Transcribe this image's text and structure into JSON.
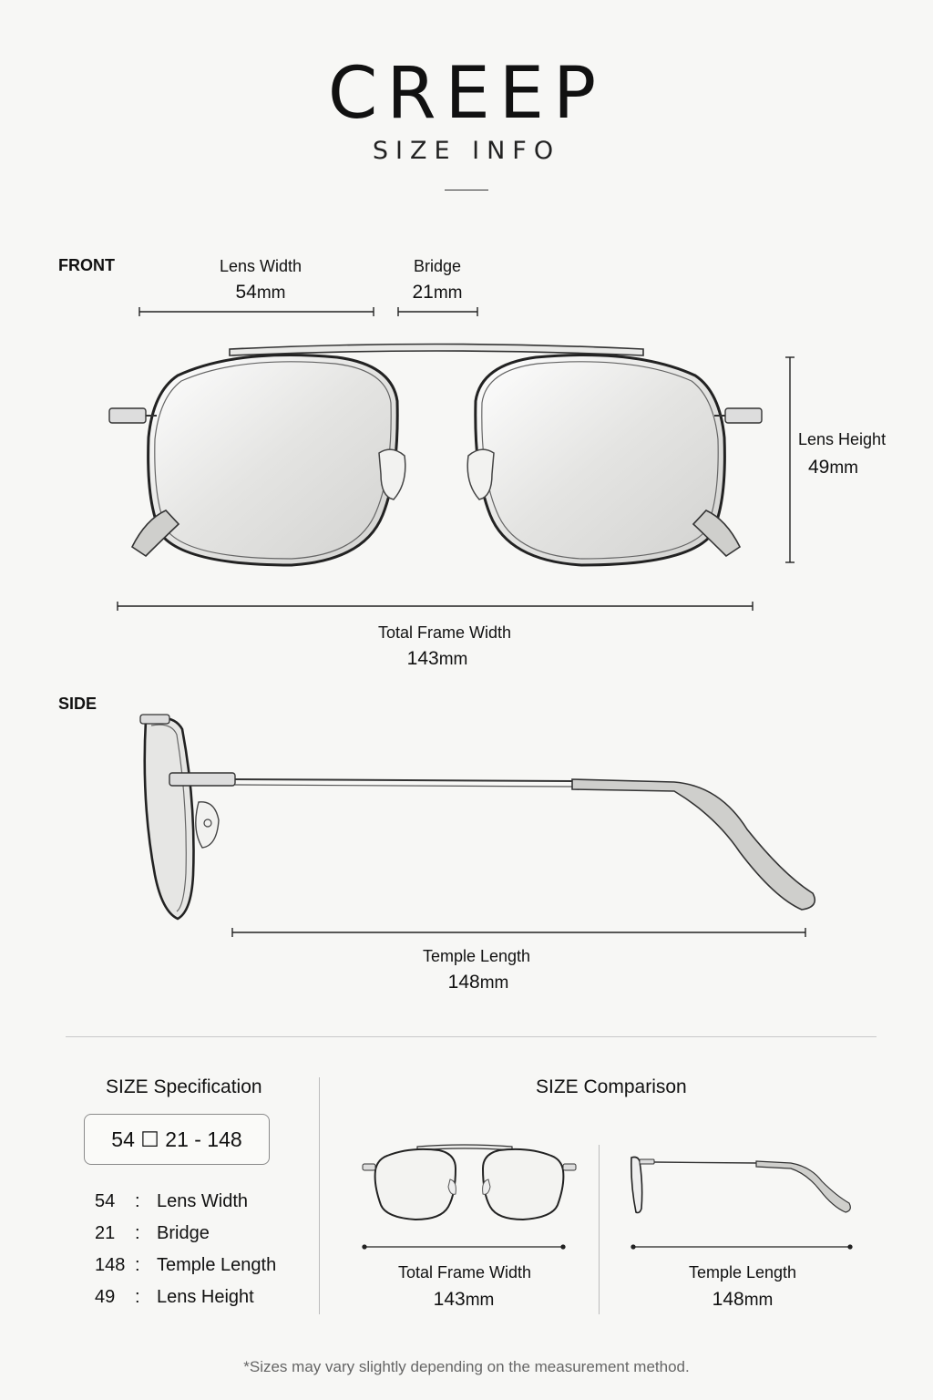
{
  "header": {
    "brand": "CREEP",
    "subtitle": "SIZE INFO"
  },
  "front": {
    "label": "FRONT",
    "lens_width": {
      "label": "Lens Width",
      "value": "54",
      "unit": "mm"
    },
    "bridge": {
      "label": "Bridge",
      "value": "21",
      "unit": "mm"
    },
    "lens_height": {
      "label": "Lens Height",
      "value": "49",
      "unit": "mm"
    },
    "total_frame_width": {
      "label": "Total Frame Width",
      "value": "143",
      "unit": "mm"
    }
  },
  "side": {
    "label": "SIDE",
    "temple_length": {
      "label": "Temple Length",
      "value": "148",
      "unit": "mm"
    }
  },
  "specification": {
    "heading": "SIZE Specification",
    "code": "54 ☐ 21 - 148",
    "rows": [
      {
        "num": "54",
        "sep": ":",
        "label": "Lens Width"
      },
      {
        "num": "21",
        "sep": ":",
        "label": "Bridge"
      },
      {
        "num": "148",
        "sep": ":",
        "label": "Temple Length"
      },
      {
        "num": "49",
        "sep": ":",
        "label": "Lens Height"
      }
    ]
  },
  "comparison": {
    "heading": "SIZE Comparison",
    "front": {
      "label": "Total Frame Width",
      "value": "143",
      "unit": "mm"
    },
    "side": {
      "label": "Temple Length",
      "value": "148",
      "unit": "mm"
    }
  },
  "footnote": "*Sizes may vary slightly depending on the measurement method."
}
